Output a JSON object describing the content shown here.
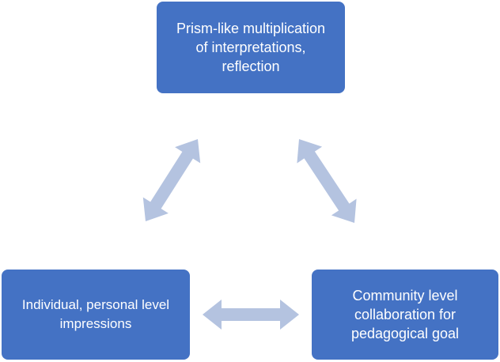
{
  "nodes": {
    "top": {
      "text": "Prism-like multiplication\nof interpretations,\nreflection"
    },
    "left": {
      "text": "Individual, personal level\nimpressions"
    },
    "right": {
      "text": "Community level\ncollaboration for\npedagogical goal"
    }
  },
  "colors": {
    "box_fill": "#4472c4",
    "box_text": "#ffffff",
    "arrow_fill": "#b4c3e0"
  }
}
